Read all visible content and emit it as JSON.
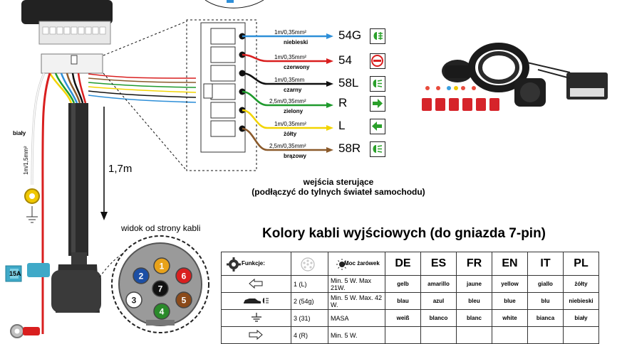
{
  "wires": [
    {
      "spec": "1m/0,35mm²",
      "color_name": "niebieski",
      "pin": "54G",
      "stroke": "#2e8fd8",
      "icon": "fog-light-icon",
      "icon_color": "#2aa02a"
    },
    {
      "spec": "1m/0,35mm²",
      "color_name": "czerwony",
      "pin": "54",
      "stroke": "#d91f1f",
      "icon": "stop-lamp-icon",
      "icon_color": "#d91f1f"
    },
    {
      "spec": "1m/0,35mm",
      "color_name": "czarny",
      "pin": "58L",
      "stroke": "#111111",
      "icon": "position-light-icon",
      "icon_color": "#2aa02a"
    },
    {
      "spec": "2,5m/0,35mm²",
      "color_name": "zielony",
      "pin": "R",
      "stroke": "#1f9a2d",
      "icon": "arrow-right-icon",
      "icon_color": "#2aa02a"
    },
    {
      "spec": "1m/0,35mm²",
      "color_name": "żółty",
      "pin": "L",
      "stroke": "#f2d400",
      "icon": "arrow-left-icon",
      "icon_color": "#2aa02a"
    },
    {
      "spec": "2,5m/0,35mm²",
      "color_name": "brązowy",
      "pin": "58R",
      "stroke": "#8b5a2b",
      "icon": "position-light-icon",
      "icon_color": "#2aa02a"
    }
  ],
  "captions": {
    "inputs_line1": "wejścia sterujące",
    "inputs_line2": "(podłączyć do tylnych świateł samochodu)",
    "cable_length": "1,7m",
    "socket_view": "widok od strony kabli",
    "ground_wire_color": "biały",
    "ground_wire_spec": "1m/1,5mm²",
    "fuse_rating": "15A"
  },
  "socket_pins": [
    "1",
    "2",
    "3",
    "4",
    "5",
    "6",
    "7"
  ],
  "table": {
    "title": "Kolory kabli wyjściowych (do gniazda 7-pin)",
    "header": {
      "function": "Funkcje:",
      "bulb_power": "Moc żarówek",
      "langs": [
        "DE",
        "ES",
        "FR",
        "EN",
        "IT",
        "PL"
      ]
    },
    "rows": [
      {
        "icon": "arrow-left-outline-icon",
        "pin": "1 (L)",
        "power": "Min. 5 W. Max 21W.",
        "colors": [
          "gelb",
          "amarillo",
          "jaune",
          "yellow",
          "giallo",
          "żółty"
        ]
      },
      {
        "icon": "car-fog-icon",
        "pin": "2 (54g)",
        "power": "Min. 5 W. Max. 42 W.",
        "colors": [
          "blau",
          "azul",
          "bleu",
          "blue",
          "blu",
          "niebieski"
        ]
      },
      {
        "icon": "ground-icon",
        "pin": "3 (31)",
        "power": "MASA",
        "colors": [
          "weiß",
          "blanco",
          "blanc",
          "white",
          "bianca",
          "biały"
        ]
      },
      {
        "icon": "arrow-right-outline-icon",
        "pin": "4 (R)",
        "power": "Min. 5 W.",
        "colors": [
          "",
          "",
          "",
          "",
          "",
          ""
        ]
      }
    ]
  }
}
